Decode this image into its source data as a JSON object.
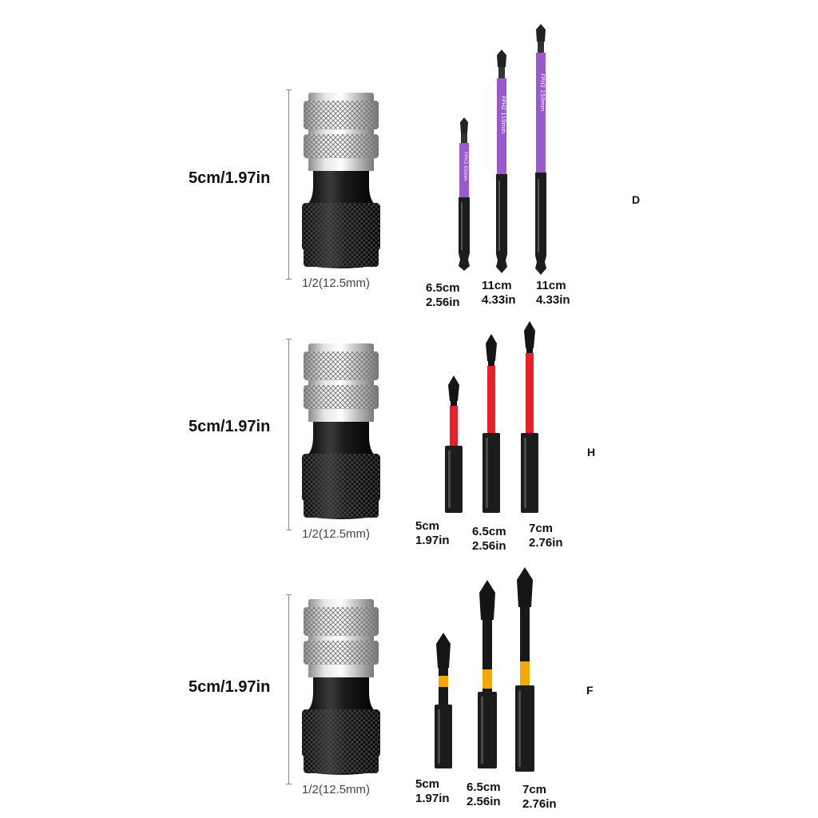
{
  "rows": [
    {
      "height_label": "5cm/1.97in",
      "drive_label": "1/2(12.5mm)",
      "variant": "D",
      "bits": [
        {
          "cm": "6.5cm",
          "inch": "2.56in"
        },
        {
          "cm": "11cm",
          "inch": "4.33in"
        },
        {
          "cm": "11cm",
          "inch": "4.33in"
        }
      ]
    },
    {
      "height_label": "5cm/1.97in",
      "drive_label": "1/2(12.5mm)",
      "variant": "H",
      "bits": [
        {
          "cm": "5cm",
          "inch": "1.97in"
        },
        {
          "cm": "6.5cm",
          "inch": "2.56in"
        },
        {
          "cm": "7cm",
          "inch": "2.76in"
        }
      ]
    },
    {
      "height_label": "5cm/1.97in",
      "drive_label": "1/2(12.5mm)",
      "variant": "F",
      "bits": [
        {
          "cm": "5cm",
          "inch": "1.97in"
        },
        {
          "cm": "6.5cm",
          "inch": "2.56in"
        },
        {
          "cm": "7cm",
          "inch": "2.76in"
        }
      ]
    }
  ],
  "bit_print": [
    "FPH2 65mm",
    "FPH2 110mm",
    "FPH2 150mm"
  ],
  "colors": {
    "purple": "#9b59d0",
    "red": "#e8202a",
    "yellow": "#f5a800",
    "shank": "#1c1c1c",
    "chrome": "#c8c8c8"
  }
}
